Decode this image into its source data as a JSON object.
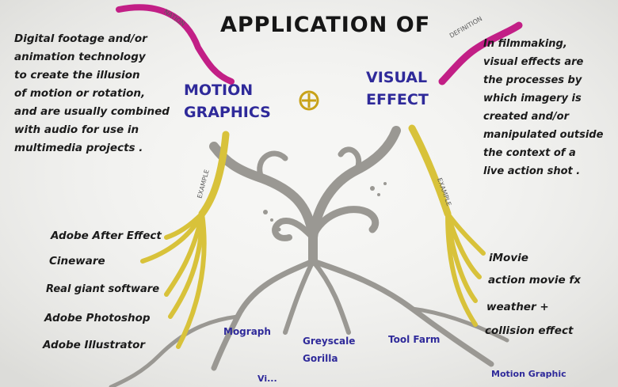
{
  "title": "APPLICATION OF",
  "topic_left": "MOTION GRAPHICS",
  "topic_right": "VISUAL EFFECT",
  "labels": {
    "definition_left_partial": "NATION",
    "definition_right": "DEFINITION",
    "example_left": "EXAMPLE",
    "example_right": "EXAMPLE"
  },
  "motion_graphics_definition": [
    "Digital footage and/or",
    "animation technology",
    "to create the illusion",
    "of motion or rotation,",
    "and are usually combined",
    "with audio for use in",
    "multimedia projects ."
  ],
  "visual_effect_definition": [
    "In filmmaking,",
    "visual effects are",
    "the processes by",
    "which imagery is",
    "created and/or",
    "manipulated outside",
    "the context of a",
    "live action shot ."
  ],
  "motion_graphics_examples": [
    "Adobe After Effect",
    "Cineware",
    "Real giant software",
    "Adobe Photoshop",
    "Adobe Illustrator"
  ],
  "visual_effect_examples": [
    "iMovie",
    "action movie fx",
    "weather +",
    "collision effect"
  ],
  "bottom_branches": [
    "Mograph",
    "Greyscale Gorilla",
    "Tool Farm",
    "Motion Graphic"
  ],
  "bottom_partial": "Vi...",
  "colors": {
    "paper": "#f6f6f4",
    "ink": "#1b1b1b",
    "blue_ink": "#2f2a9a",
    "magenta": "#c21f86",
    "yellow": "#d8c23a",
    "grey_tree": "#9a9893"
  }
}
